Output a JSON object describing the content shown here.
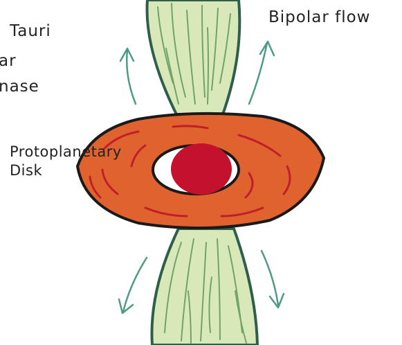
{
  "labels": {
    "t_tauri": "Tauri",
    "stellar_fragment": "ar",
    "phase_fragment": "nase",
    "bipolar_flow": "Bipolar flow",
    "disk_line1": "Protoplanetary",
    "disk_line2": "Disk"
  },
  "colors": {
    "outflow_fill": "#d8e8b8",
    "outflow_stroke": "#2f5f4a",
    "outflow_hatch": "#6fa36a",
    "disk_fill": "#e0622f",
    "disk_outline": "#1a1a1a",
    "disk_swirls": "#c01f2a",
    "star": "#c4122e",
    "arrows": "#4e9a86"
  }
}
